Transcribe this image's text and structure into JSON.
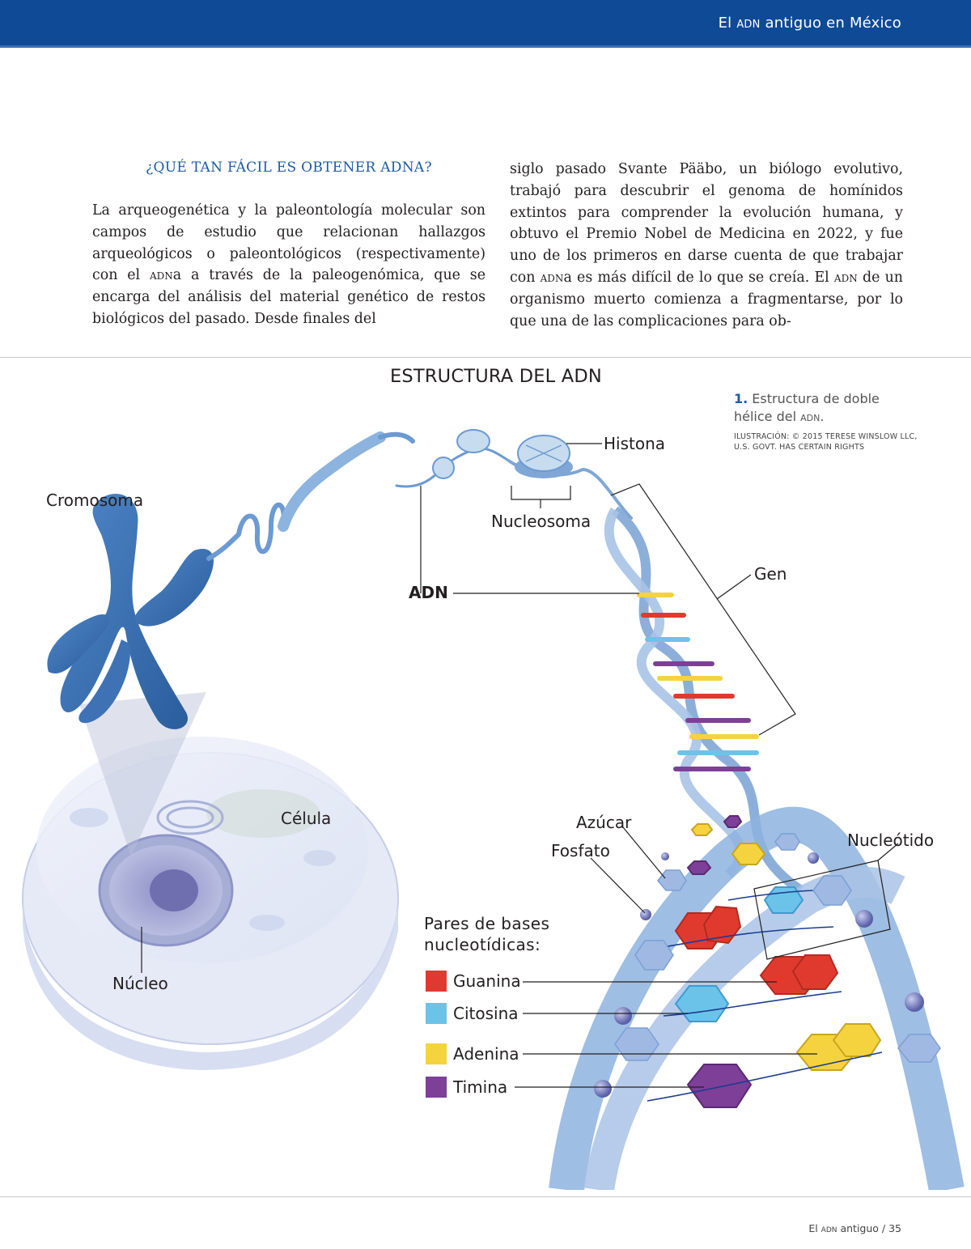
{
  "header": {
    "running_head_pre": "El ",
    "running_head_sc": "adn",
    "running_head_post": " antiguo en México",
    "color": "#0e4a96"
  },
  "article": {
    "section_title": "¿QUÉ TAN FÁCIL ES OBTENER ADNA?",
    "left_col": {
      "t1": "La arqueogenética y la paleontología molecular son campos de estudio que relacionan hallazgos arqueológicos o paleontológicos (respectivamente) con el ",
      "sc1": "adn",
      "t2": "a a través de la paleogenómica, que se encarga del análisis del material genético de restos biológicos del pasado. Desde finales del"
    },
    "right_col": {
      "t1": "siglo pasado Svante Pääbo, un biólogo evolutivo, trabajó para descubrir el genoma de homínidos extintos para comprender la evolución humana, y obtuvo el Premio Nobel de Medicina en 2022, y fue uno de los primeros en darse cuenta de que trabajar con ",
      "sc1": "adn",
      "t2": "a es más difícil de lo que se creía. El ",
      "sc2": "adn",
      "t3": " de un organismo muerto comienza a fragmentarse, por lo que una de las complicaciones para ob-"
    }
  },
  "figure": {
    "title": "ESTRUCTURA DEL ADN",
    "caption_num": "1.",
    "caption_pre": " Estructura de doble hélice del ",
    "caption_sc": "adn",
    "caption_post": ".",
    "credit_line1": "ILUSTRACIÓN: © 2015 TERESE WINSLOW LLC,",
    "credit_line2": "U.S. GOVT. HAS CERTAIN RIGHTS",
    "labels": {
      "cromosoma": "Cromosoma",
      "histona": "Histona",
      "nucleosoma": "Nucleosoma",
      "adn": "ADN",
      "gen": "Gen",
      "celula": "Célula",
      "nucleo": "Núcleo",
      "azucar": "Azúcar",
      "fosfato": "Fosfato",
      "nucleotido": "Nucleótido"
    },
    "legend": {
      "title_line1": "Pares de bases",
      "title_line2": "nucleotídicas:",
      "items": [
        {
          "name": "Guanina",
          "color": "#e03a2e"
        },
        {
          "name": "Citosina",
          "color": "#6cc3ea"
        },
        {
          "name": "Adenina",
          "color": "#f5d33f"
        },
        {
          "name": "Timina",
          "color": "#7d3f98"
        }
      ]
    }
  },
  "footer": {
    "pre": "El ",
    "sc": "adn",
    "post": " antiguo / 35"
  }
}
